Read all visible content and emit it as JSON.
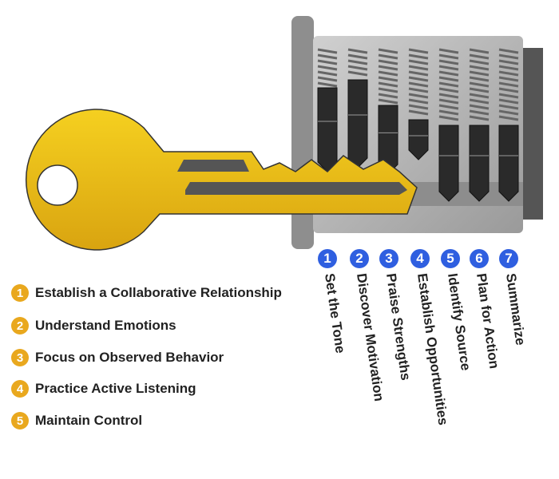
{
  "key_steps": [
    {
      "num": "1",
      "label": "Establish a Collaborative Relationship"
    },
    {
      "num": "2",
      "label": "Understand Emotions"
    },
    {
      "num": "3",
      "label": "Focus on Observed Behavior"
    },
    {
      "num": "4",
      "label": "Practice Active Listening"
    },
    {
      "num": "5",
      "label": "Maintain Control"
    }
  ],
  "pin_steps": [
    {
      "num": "1",
      "label": "Set the Tone"
    },
    {
      "num": "2",
      "label": "Discover Motivation"
    },
    {
      "num": "3",
      "label": "Praise Strengths"
    },
    {
      "num": "4",
      "label": "Establish Opportunities"
    },
    {
      "num": "5",
      "label": "Identify Source"
    },
    {
      "num": "6",
      "label": "Plan for Action"
    },
    {
      "num": "7",
      "label": "Summarize"
    }
  ],
  "colors": {
    "key": "#e8b81a",
    "pin_badge": "#2f5fe0",
    "key_badge": "#e9a81e",
    "lock": "#b5b5b5"
  }
}
